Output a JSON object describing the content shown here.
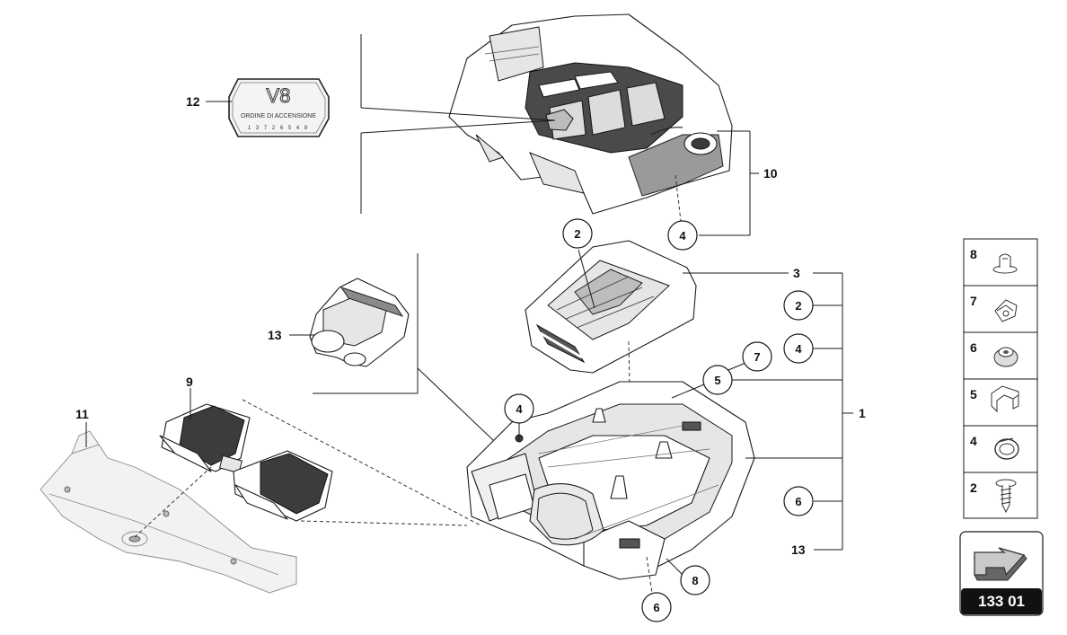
{
  "callouts": {
    "c2_top": "2",
    "c4_cover": "4",
    "c2_right": "2",
    "c4_right": "4",
    "c7": "7",
    "c5": "5",
    "c4_left": "4",
    "c6_right": "6",
    "c8_bottom": "8",
    "c6_bottom": "6"
  },
  "labels": {
    "l12": "12",
    "l10": "10",
    "l3": "3",
    "l13_top": "13",
    "l9": "9",
    "l11": "11",
    "l1": "1",
    "l13_bottom": "13"
  },
  "emblem": {
    "big": "V8",
    "line1": "ORDINE DI ACCENSIONE",
    "line2": "1 3 7 2 6 5 4 8"
  },
  "legend": {
    "items": [
      {
        "num": "8",
        "icon": "push-rivet-icon"
      },
      {
        "num": "7",
        "icon": "clip-nut-icon"
      },
      {
        "num": "6",
        "icon": "grommet-icon"
      },
      {
        "num": "5",
        "icon": "spring-clip-icon"
      },
      {
        "num": "4",
        "icon": "expansion-nut-icon"
      },
      {
        "num": "2",
        "icon": "screw-icon"
      }
    ]
  },
  "page_ref": "133 01"
}
